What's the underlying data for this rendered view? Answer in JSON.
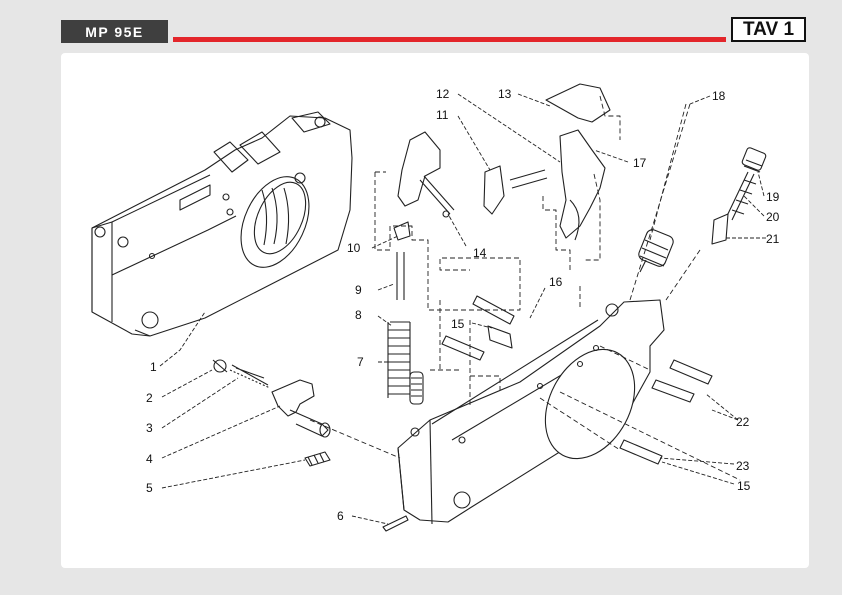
{
  "header": {
    "model": "MP 95E",
    "table": "TAV 1"
  },
  "colors": {
    "accent": "#e3262b",
    "tag_bg": "#3f3f3f",
    "background": "#e6e6e6"
  },
  "callouts": [
    "1",
    "2",
    "3",
    "4",
    "5",
    "6",
    "7",
    "8",
    "9",
    "10",
    "11",
    "12",
    "13",
    "14",
    "15",
    "15",
    "16",
    "17",
    "18",
    "19",
    "20",
    "21",
    "22",
    "23"
  ]
}
